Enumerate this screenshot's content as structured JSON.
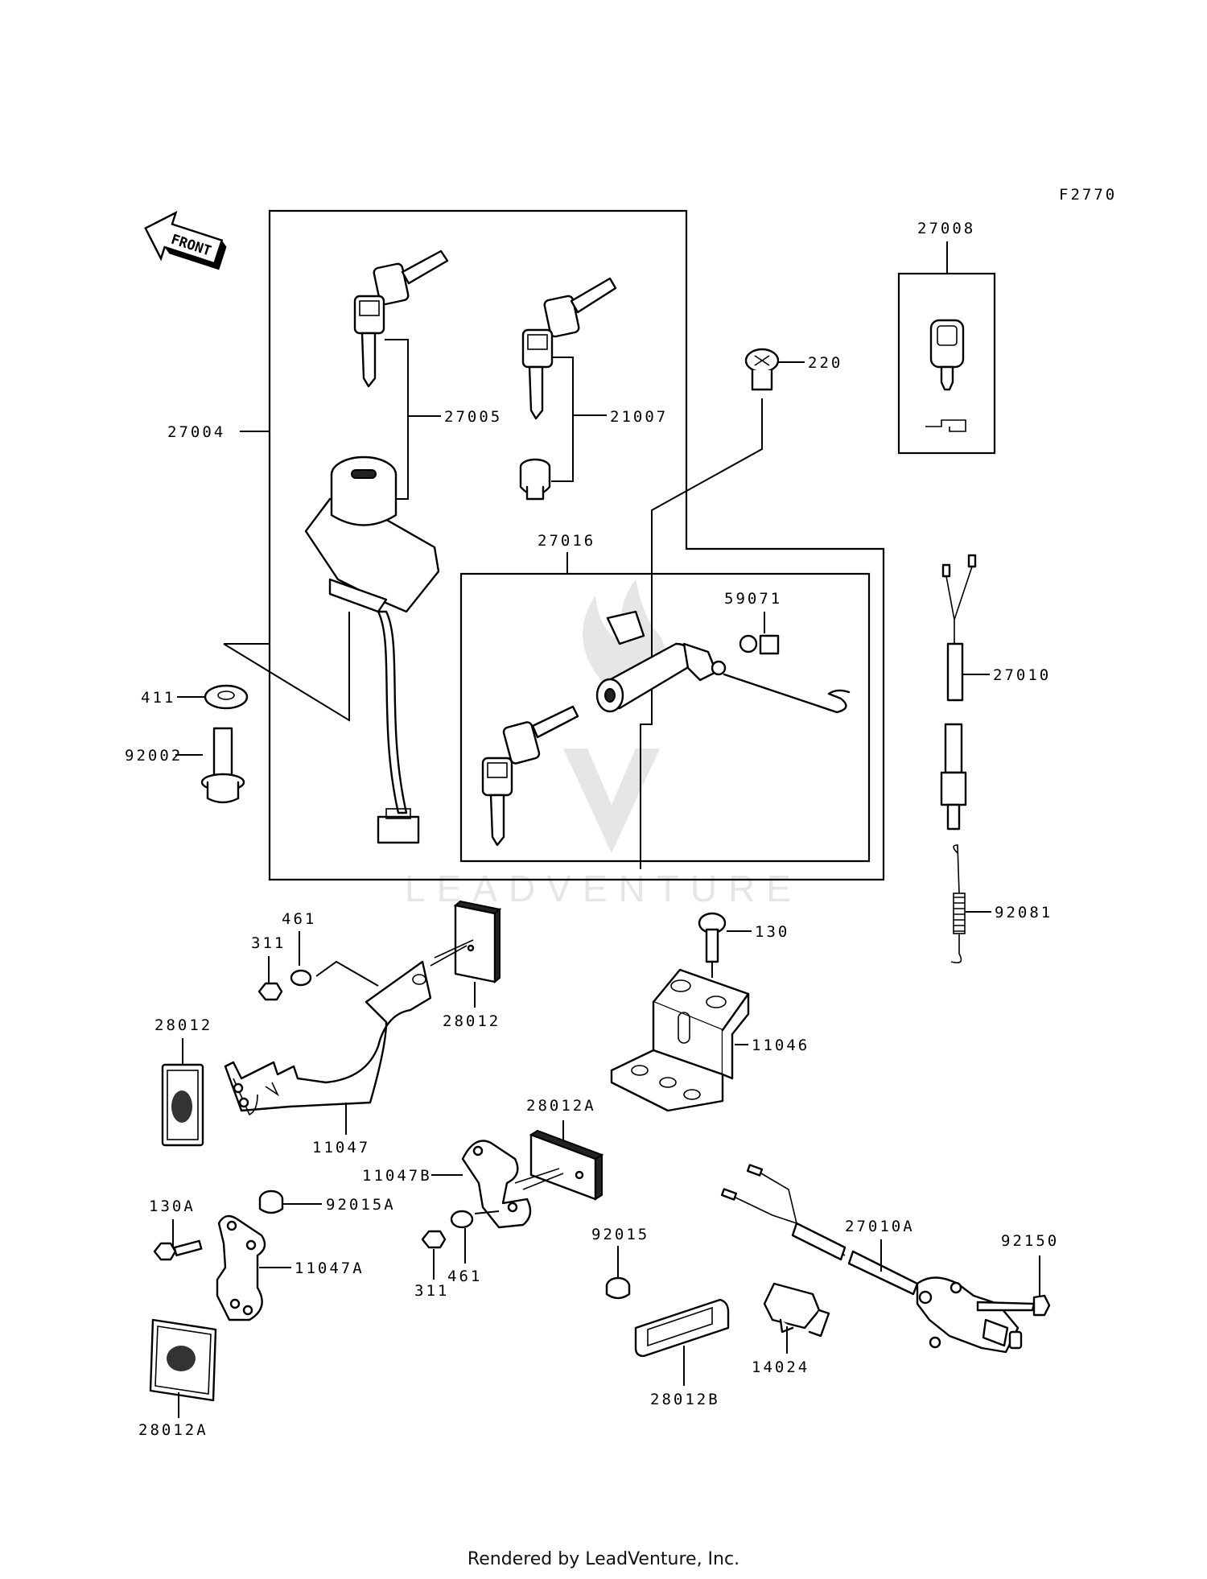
{
  "figure_code": "F2770",
  "direction_arrow": "FRONT",
  "watermark": "LEADVENTURE",
  "footer": "Rendered by LeadVenture, Inc.",
  "part_labels": {
    "p27004": "27004",
    "p27005": "27005",
    "p21007": "21007",
    "p27008": "27008",
    "p220": "220",
    "p27016": "27016",
    "p59071": "59071",
    "p27010": "27010",
    "p411": "411",
    "p92002": "92002",
    "p92081": "92081",
    "p461a": "461",
    "p311a": "311",
    "p130": "130",
    "p28012a": "28012",
    "p28012b": "28012",
    "p11046": "11046",
    "p11047": "11047",
    "p28012A_top": "28012A",
    "p11047B": "11047B",
    "p130A": "130A",
    "p92015A": "92015A",
    "p11047A": "11047A",
    "p311b": "311",
    "p461b": "461",
    "p92015": "92015",
    "p27010A": "27010A",
    "p92150": "92150",
    "p28012A_bot": "28012A",
    "p14024": "14024",
    "p28012B": "28012B"
  }
}
